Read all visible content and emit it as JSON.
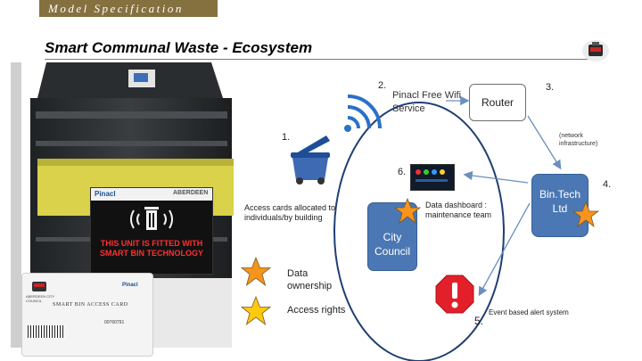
{
  "header": {
    "tag": "Model Specification",
    "title": "Smart Communal Waste - Ecosystem"
  },
  "numbers": {
    "n1": "1.",
    "n2": "2.",
    "n3": "3.",
    "n4": "4.",
    "n5": "5.",
    "n6": "6."
  },
  "wifi": {
    "label": "Pinacl Free Wifi Service"
  },
  "router": {
    "label": "Router"
  },
  "network_note": "(network infrastructure)",
  "access_cards_note": "Access cards allocated to individuals/by building",
  "dashboard_note": "Data dashboard : maintenance team",
  "city_council": {
    "label": "City Council"
  },
  "bintech": {
    "label": "Bin.Tech Ltd"
  },
  "alert_note": "Event based alert system",
  "legend": {
    "data_ownership": "Data ownership",
    "access_rights": "Access rights"
  },
  "sticker": {
    "brand": "Pinacl",
    "partner": "ABERDEEN",
    "text": "THIS UNIT IS FITTED WITH SMART BIN TECHNOLOGY"
  },
  "card": {
    "issuer": "ABERDEEN CITY COUNCIL",
    "label": "SMART BIN ACCESS CARD",
    "brand": "Pinacl",
    "number": "00760791"
  },
  "colors": {
    "tag_bg": "#857040",
    "box_blue": "#4b78b4",
    "star_orange": "#f7941e",
    "sticker_black": "#111111",
    "sticker_text": "#ff2b2b",
    "alert_red": "#e3202a",
    "bin_blue": "#3e6ab4"
  }
}
